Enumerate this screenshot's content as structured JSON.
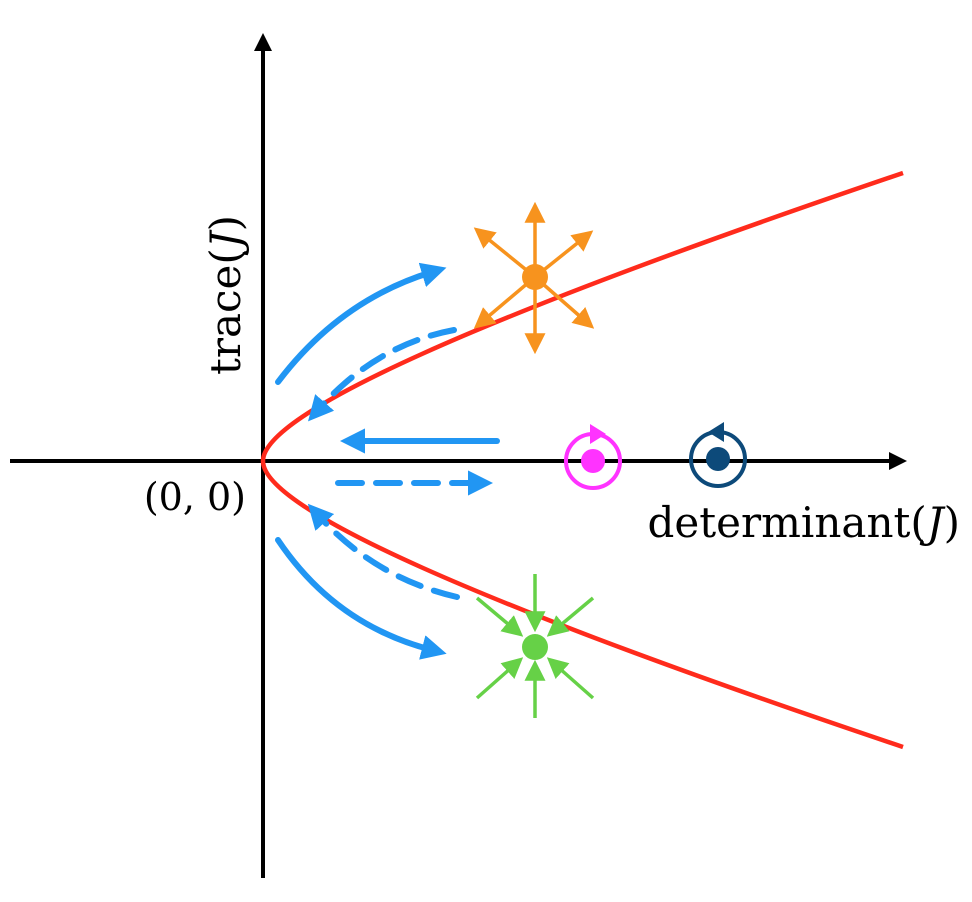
{
  "labels": {
    "y_axis": {
      "text": "trace",
      "open": "(",
      "var": "J",
      "close": ")"
    },
    "x_axis": {
      "text": "determinant",
      "open": "(",
      "var": "J",
      "close": ")"
    },
    "origin": "(0, 0)"
  },
  "colors": {
    "axes": "#000000",
    "parabola": "#ff2b1c",
    "flow_arrows": "#2196f3",
    "source_node": "#f7931e",
    "sink_node": "#66d147",
    "center_magenta": "#ff33ff",
    "center_navy": "#0d4a7a"
  },
  "markers": {
    "source": "unstable-node-icon",
    "sink": "stable-node-icon",
    "center_magenta": "rotation-center-icon",
    "center_navy": "rotation-center-icon"
  }
}
